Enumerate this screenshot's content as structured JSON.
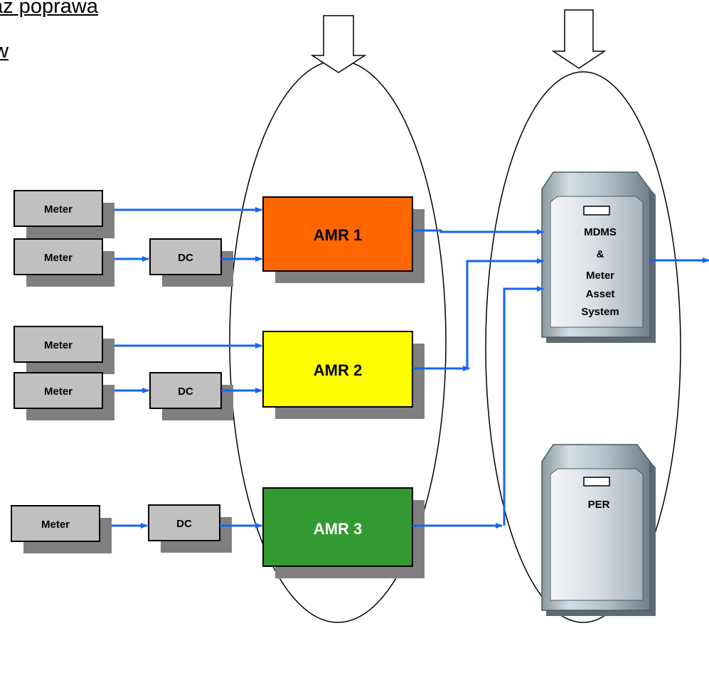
{
  "heading": {
    "line1": "az poprawa",
    "line2": "w"
  },
  "colors": {
    "arrow": "#1565f0",
    "amr1": "#ff6600",
    "amr2": "#ffff00",
    "amr3": "#339933",
    "gray_box": "#c0c0c0",
    "shadow": "#7f7f7f",
    "server": "#b8c4cc"
  },
  "meters": [
    {
      "label": "Meter"
    },
    {
      "label": "Meter"
    },
    {
      "label": "Meter"
    },
    {
      "label": "Meter"
    },
    {
      "label": "Meter"
    }
  ],
  "concentrators": [
    {
      "label": "DC"
    },
    {
      "label": "DC"
    },
    {
      "label": "DC"
    }
  ],
  "amr_systems": [
    {
      "label": "AMR 1"
    },
    {
      "label": "AMR 2"
    },
    {
      "label": "AMR 3"
    }
  ],
  "servers": {
    "mdms": {
      "lines": [
        "MDMS",
        "&",
        "Meter",
        "Asset",
        "System"
      ]
    },
    "per": {
      "label": "PER"
    }
  },
  "icons": [
    "down-arrow-outline-icon",
    "server-icon",
    "flow-arrow-icon"
  ]
}
